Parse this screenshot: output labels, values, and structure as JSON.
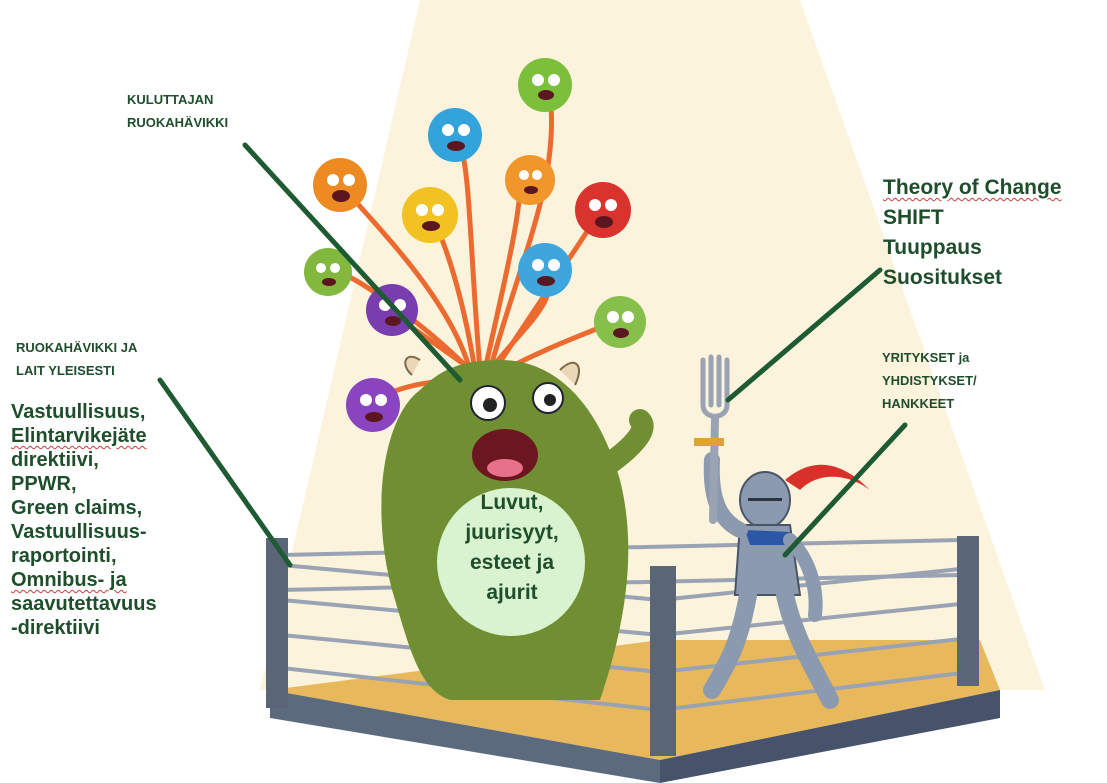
{
  "labels": {
    "consumer_waste_line1": "KULUTTAJAN",
    "consumer_waste_line2": "RUOKAHÄVIKKI",
    "laws_line1": "RUOKAHÄVIKKI JA",
    "laws_line2": "LAIT YLEISESTI",
    "companies_line1": "YRITYKSET ja",
    "companies_line2": "YHDISTYKSET/",
    "companies_line3": "HANKKEET"
  },
  "laws_list": [
    "Vastuullisuus,",
    "Elintarvikejäte",
    "direktiivi,",
    "PPWR,",
    "Green claims,",
    "Vastuullisuus-",
    "raportointi,",
    "Omnibus- ja",
    "saavutettavuus",
    "-direktiivi"
  ],
  "methods_list": [
    "Theory of Change",
    "SHIFT",
    "Tuuppaus",
    "Suositukset"
  ],
  "center_circle": [
    "Luvut,",
    "juurisyyt,",
    "esteet ja",
    "ajurit"
  ],
  "colors": {
    "text_green": "#1f4e2c",
    "pointer_line": "#1e5a32",
    "spotlight": "#fbf3dc",
    "circle_fill": "#d9f2cf",
    "ring_floor": "#e8b95c",
    "ring_post": "#5a6577",
    "monster_body": "#6f8f32"
  },
  "icons": [
    "monster-icon",
    "knight-icon",
    "fork-icon",
    "boxing-ring-icon"
  ]
}
